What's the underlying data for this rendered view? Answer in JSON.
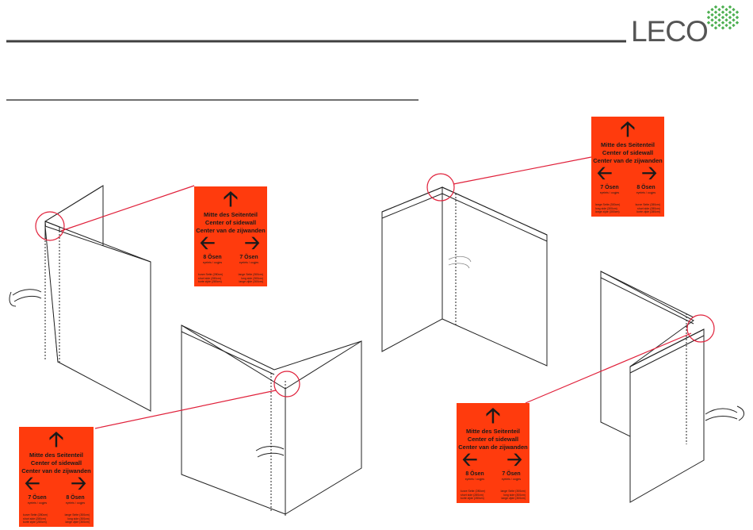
{
  "header": {
    "logo_text": "LECO",
    "logo_color": "#555555",
    "logo_mark_color": "#4caf50"
  },
  "colors": {
    "label_bg": "#ff3b0d",
    "callout_line": "#e0203a",
    "rule": "#404040"
  },
  "labels": [
    {
      "title_de": "Mitte des Seitenteil",
      "title_en": "Center of sidewall",
      "title_nl": "Center van de zijwanden",
      "left_count": "8 Ösen",
      "left_sub": "eyelets / oogjes",
      "right_count": "7 Ösen",
      "right_sub": "eyelets / oogjes",
      "left_sizes": [
        "kurze Seite (280cm)",
        "short side (280cm)",
        "korte zijde (280cm)"
      ],
      "right_sizes": [
        "lange Seite (300cm)",
        "long side (300cm)",
        "lange zijde (300cm)"
      ]
    },
    {
      "title_de": "Mitte des Seitenteil",
      "title_en": "Center of sidewall",
      "title_nl": "Center van de zijwanden",
      "left_count": "7 Ösen",
      "left_sub": "eyelets / oogjes",
      "right_count": "8 Ösen",
      "right_sub": "eyelets / oogjes",
      "left_sizes": [
        "kurze Seite (280cm)",
        "short side (280cm)",
        "korte zijde (280cm)"
      ],
      "right_sizes": [
        "lange Seite (300cm)",
        "long side (300cm)",
        "lange zijde (300cm)"
      ]
    },
    {
      "title_de": "Mitte des Seitenteil",
      "title_en": "Center of sidewall",
      "title_nl": "Center van de zijwanden",
      "left_count": "7 Ösen",
      "left_sub": "eyelets / oogjes",
      "right_count": "8 Ösen",
      "right_sub": "eyelets / oogjes",
      "left_sizes": [
        "lange Seite (300cm)",
        "long side (300cm)",
        "lange zijde (300cm)"
      ],
      "right_sizes": [
        "kurze Seite (280cm)",
        "short side (280cm)",
        "korte zijde (280cm)"
      ]
    },
    {
      "title_de": "Mitte des Seitenteil",
      "title_en": "Center of sidewall",
      "title_nl": "Center van de zijwanden",
      "left_count": "8 Ösen",
      "left_sub": "eyelets / oogjes",
      "right_count": "7 Ösen",
      "right_sub": "eyelets / oogjes",
      "left_sizes": [
        "kurze Seite (280cm)",
        "short side (280cm)",
        "korte zijde (280cm)"
      ],
      "right_sizes": [
        "lange Seite (300cm)",
        "long side (300cm)",
        "lange zijde (300cm)"
      ]
    }
  ]
}
